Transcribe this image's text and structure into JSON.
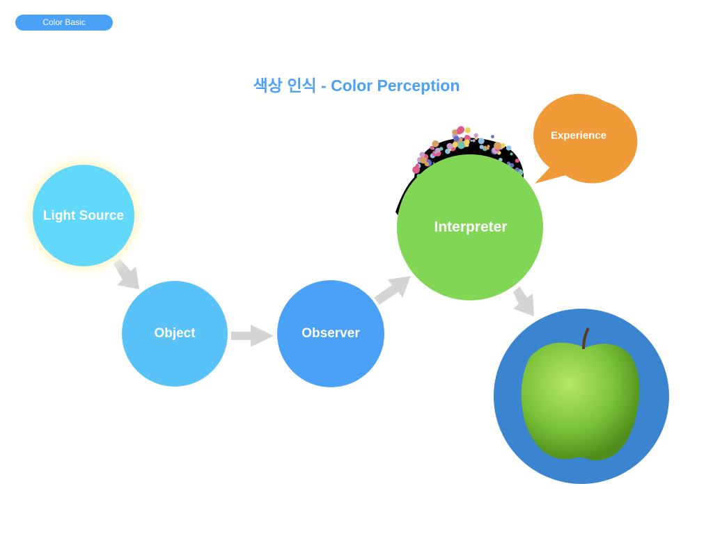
{
  "badge": "Color Basic",
  "title": "색상 인식 - Color Perception",
  "nodes": {
    "light_source": "Light Source",
    "object": "Object",
    "observer": "Observer",
    "interpreter": "Interpreter",
    "experience": "Experience"
  },
  "colors": {
    "light": "#62d8fb",
    "object": "#58c2f9",
    "observer": "#4aa1f5",
    "interpreter": "#82d655",
    "experience": "#f09a38",
    "apple_bg": "#3b85d0",
    "arrow": "#d4d4d4"
  }
}
